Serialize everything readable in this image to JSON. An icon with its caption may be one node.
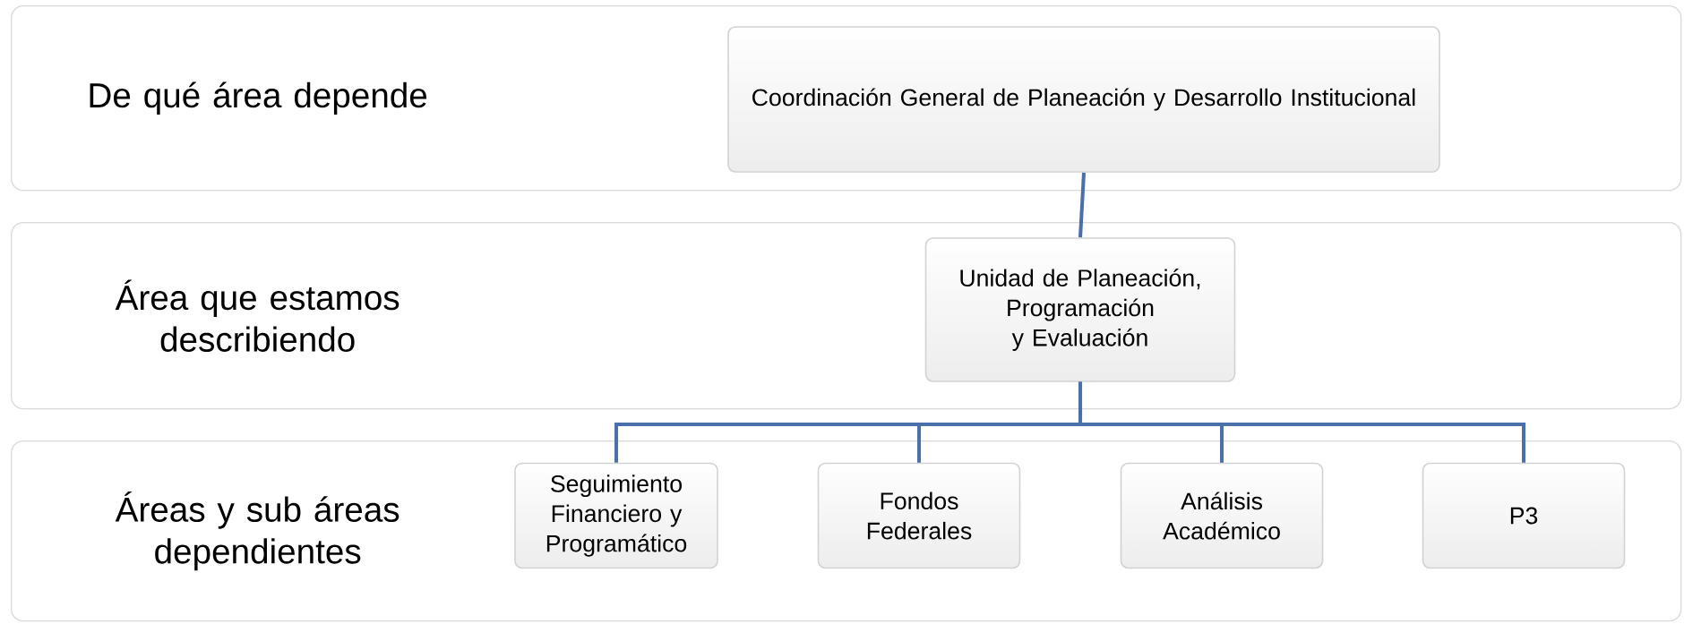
{
  "diagram": {
    "nodes": [
      {
        "text": [
          "De qué área depende"
        ]
      },
      {
        "text": [
          "Coordinación General de Planeación y Desarrollo Institucional"
        ],
        "in": 0
      },
      {
        "text": [
          "Área que estamos describiendo"
        ]
      },
      {
        "text": [
          "Unidad de Planeación, Programación y Evaluación"
        ],
        "in": 2
      },
      {
        "text": [
          "Áreas y sub áreas dependientes"
        ]
      },
      {
        "text": [
          "Seguimiento Financiero y Programático"
        ],
        "in": 4
      },
      {
        "text": [
          "Fondos Federales"
        ],
        "in": 4
      },
      {
        "text": [
          "Análisis Académico"
        ],
        "in": 4
      },
      {
        "text": [
          "P3"
        ],
        "in": 4
      }
    ],
    "edges": [
      {
        "from": 1,
        "to": 3,
        "arrow": "none"
      },
      {
        "from": 3,
        "to": 5,
        "arrow": "none"
      },
      {
        "from": 3,
        "to": 6,
        "arrow": "none"
      },
      {
        "from": 3,
        "to": 7,
        "arrow": "none"
      },
      {
        "from": 3,
        "to": 8,
        "arrow": "none"
      }
    ]
  }
}
